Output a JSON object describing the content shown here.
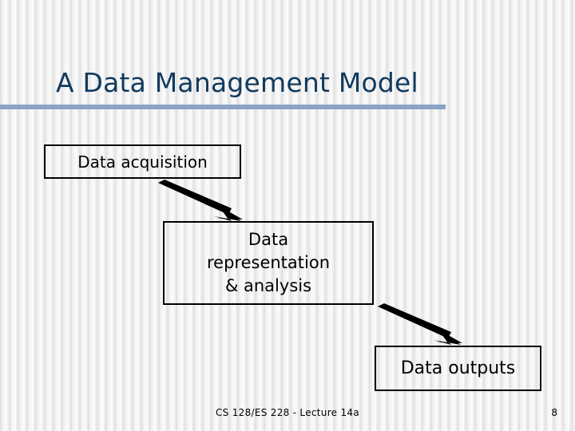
{
  "slide": {
    "title": "A Data Management Model",
    "background_color": "#f4f4f4",
    "title_color": "#123a5e",
    "rule_color": "#8ba3c7"
  },
  "diagram": {
    "type": "flowchart",
    "boxes": [
      {
        "id": "acquisition",
        "label": "Data acquisition",
        "lines": [
          "Data acquisition"
        ],
        "border_color": "#000000"
      },
      {
        "id": "representation",
        "label": "Data representation & analysis",
        "lines": [
          "Data",
          "representation",
          "& analysis"
        ],
        "border_color": "#000000"
      },
      {
        "id": "outputs",
        "label": "Data outputs",
        "lines": [
          "Data outputs"
        ],
        "border_color": "#000000"
      }
    ],
    "arrows": [
      {
        "id": "arrow-acquisition-to-representation",
        "from": "acquisition",
        "to": "representation",
        "color": "#000000"
      },
      {
        "id": "arrow-representation-to-outputs",
        "from": "representation",
        "to": "outputs",
        "color": "#000000"
      }
    ]
  },
  "footer": {
    "course_line": "CS 128/ES 228 - Lecture 14a",
    "page_number": "8"
  }
}
